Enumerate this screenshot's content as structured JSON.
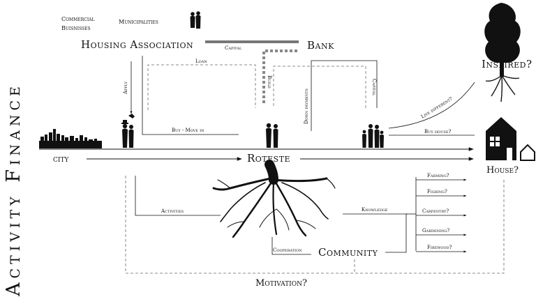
{
  "side_title": "Activity Finance",
  "top_labels": {
    "commercial_line1": "Commercial",
    "commercial_line2": "Buisnisses",
    "municipalities": "Municipalities",
    "housing_association": "Housing Association",
    "bank": "Bank",
    "capital_top": "Capital"
  },
  "flow_labels": {
    "apply": "Apply",
    "loan": "Loan",
    "build": "Build",
    "down_payments": "Down payments",
    "capital_right": "Capital",
    "buy_move_in": "Buy - Move in",
    "live_different": "Live different?",
    "buy_house": "Buy house?"
  },
  "main_labels": {
    "city": "city",
    "roteste": "Roteste",
    "house": "House?",
    "inspired": "Inspired?"
  },
  "lower_labels": {
    "activities": "Activities",
    "knowledge": "Knowledge",
    "cooperation": "Cooperation",
    "community": "Community",
    "motivation": "Motivation?"
  },
  "activities_list": [
    "Farming?",
    "Fishing?",
    "Carpentry?",
    "Gardening?",
    "Firewood?"
  ]
}
